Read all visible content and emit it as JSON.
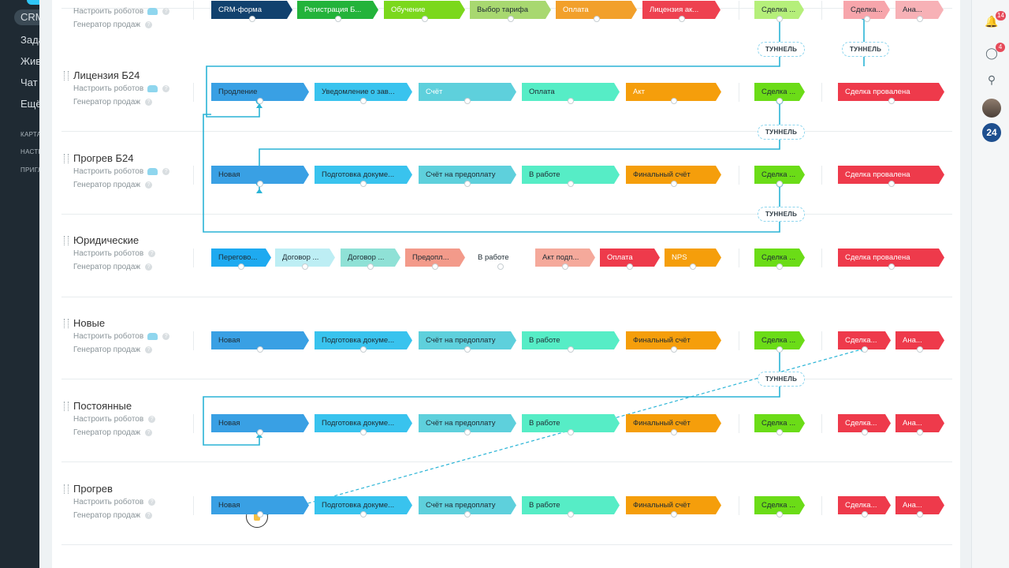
{
  "left_menu": {
    "items": [
      "CRM",
      "Зада",
      "Жив",
      "Чат",
      "Ещё"
    ],
    "small_items": [
      "КАРТА",
      "НАСТР",
      "ПРИГЛ"
    ]
  },
  "links": {
    "robots": "Настроить роботов",
    "generator": "Генератор продаж"
  },
  "tunnel_label": "ТУННЕЛЬ",
  "rows": [
    {
      "name": "",
      "stages": [
        {
          "label": "CRM-форма",
          "color": "#11416e",
          "text": "white"
        },
        {
          "label": "Регистрация Б...",
          "color": "#23b33a",
          "text": "white"
        },
        {
          "label": "Обучение",
          "color": "#7bd81c",
          "text": "white"
        },
        {
          "label": "Выбор тарифа",
          "color": "#a8d870",
          "text": "dark"
        },
        {
          "label": "Оплата",
          "color": "#f2a02b",
          "text": "white"
        },
        {
          "label": "Лицензия ак...",
          "color": "#ee4150",
          "text": "white"
        },
        {
          "label": "Сделка ...",
          "color": "#b5ef7a",
          "text": "dark"
        },
        {
          "label": "Сделка...",
          "color": "#f7a5ab",
          "text": "dark"
        },
        {
          "label": "Ана...",
          "color": "#f7b1b6",
          "text": "dark"
        }
      ]
    },
    {
      "name": "Лицензия Б24",
      "stages": [
        {
          "label": "Продление",
          "color": "#39a0e4",
          "text": "dark"
        },
        {
          "label": "Уведомление о зав...",
          "color": "#39c3ee",
          "text": "dark"
        },
        {
          "label": "Счёт",
          "color": "#5ed0dc",
          "text": "white"
        },
        {
          "label": "Оплата",
          "color": "#56edc6",
          "text": "dark"
        },
        {
          "label": "Акт",
          "color": "#f59e0b",
          "text": "white"
        },
        {
          "label": "Сделка ...",
          "color": "#6bdc17",
          "text": "dark"
        },
        {
          "label": "Сделка провалена",
          "color": "#ee3a4b",
          "text": "white"
        }
      ]
    },
    {
      "name": "Прогрев Б24",
      "stages": [
        {
          "label": "Новая",
          "color": "#39a0e4",
          "text": "dark"
        },
        {
          "label": "Подготовка докуме...",
          "color": "#39c3ee",
          "text": "dark"
        },
        {
          "label": "Счёт на предоплату",
          "color": "#5ed0dc",
          "text": "dark"
        },
        {
          "label": "В работе",
          "color": "#56edc6",
          "text": "dark"
        },
        {
          "label": "Финальный счёт",
          "color": "#f59e0b",
          "text": "dark"
        },
        {
          "label": "Сделка ...",
          "color": "#6bdc17",
          "text": "dark"
        },
        {
          "label": "Сделка провалена",
          "color": "#ee3a4b",
          "text": "white"
        }
      ]
    },
    {
      "name": "Юридические",
      "stages": [
        {
          "label": "Перегово...",
          "color": "#1eaaf0",
          "text": "dark"
        },
        {
          "label": "Договор ...",
          "color": "#bdeef4",
          "text": "dark"
        },
        {
          "label": "Договор ...",
          "color": "#8fe1d6",
          "text": "dark"
        },
        {
          "label": "Предопл...",
          "color": "#f39a8a",
          "text": "dark"
        },
        {
          "label": "В работе",
          "color": "#ffffff",
          "text": "dark"
        },
        {
          "label": "Акт подп...",
          "color": "#f5a99b",
          "text": "dark"
        },
        {
          "label": "Оплата",
          "color": "#ee3a4b",
          "text": "white"
        },
        {
          "label": "NPS",
          "color": "#f59e0b",
          "text": "white"
        },
        {
          "label": "Сделка ...",
          "color": "#6bdc17",
          "text": "dark"
        },
        {
          "label": "Сделка провалена",
          "color": "#ee3a4b",
          "text": "white"
        }
      ]
    },
    {
      "name": "Новые",
      "stages": [
        {
          "label": "Новая",
          "color": "#39a0e4",
          "text": "dark"
        },
        {
          "label": "Подготовка докуме...",
          "color": "#39c3ee",
          "text": "dark"
        },
        {
          "label": "Счёт на предоплату",
          "color": "#5ed0dc",
          "text": "dark"
        },
        {
          "label": "В работе",
          "color": "#56edc6",
          "text": "dark"
        },
        {
          "label": "Финальный счёт",
          "color": "#f59e0b",
          "text": "dark"
        },
        {
          "label": "Сделка ...",
          "color": "#6bdc17",
          "text": "dark"
        },
        {
          "label": "Сделка...",
          "color": "#ee3a4b",
          "text": "white"
        },
        {
          "label": "Ана...",
          "color": "#ee3a4b",
          "text": "white"
        }
      ]
    },
    {
      "name": "Постоянные",
      "stages": [
        {
          "label": "Новая",
          "color": "#39a0e4",
          "text": "dark"
        },
        {
          "label": "Подготовка докуме...",
          "color": "#39c3ee",
          "text": "dark"
        },
        {
          "label": "Счёт на предоплату",
          "color": "#5ed0dc",
          "text": "dark"
        },
        {
          "label": "В работе",
          "color": "#56edc6",
          "text": "dark"
        },
        {
          "label": "Финальный счёт",
          "color": "#f59e0b",
          "text": "dark"
        },
        {
          "label": "Сделка ...",
          "color": "#6bdc17",
          "text": "dark"
        },
        {
          "label": "Сделка...",
          "color": "#ee3a4b",
          "text": "white"
        },
        {
          "label": "Ана...",
          "color": "#ee3a4b",
          "text": "white"
        }
      ]
    },
    {
      "name": "Прогрев",
      "stages": [
        {
          "label": "Новая",
          "color": "#39a0e4",
          "text": "dark"
        },
        {
          "label": "Подготовка докуме...",
          "color": "#39c3ee",
          "text": "dark"
        },
        {
          "label": "Счёт на предоплату",
          "color": "#5ed0dc",
          "text": "dark"
        },
        {
          "label": "В работе",
          "color": "#56edc6",
          "text": "dark"
        },
        {
          "label": "Финальный счёт",
          "color": "#f59e0b",
          "text": "dark"
        },
        {
          "label": "Сделка ...",
          "color": "#6bdc17",
          "text": "dark"
        },
        {
          "label": "Сделка...",
          "color": "#ee3a4b",
          "text": "white"
        },
        {
          "label": "Ана...",
          "color": "#ee3a4b",
          "text": "white"
        }
      ]
    }
  ],
  "right_bar": {
    "notifications_count": "14",
    "chat_count": "4",
    "logo": "24"
  },
  "accent_color": "#2ab4d6"
}
